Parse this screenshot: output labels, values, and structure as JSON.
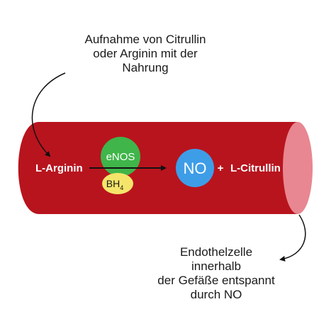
{
  "intake_caption": {
    "lines": [
      "Aufnahme von Citrullin",
      "oder Arginin mit der",
      "Nahrung"
    ]
  },
  "endothel_caption": {
    "lines": [
      "Endothelzelle",
      "innerhalb",
      "der Gefäße entspannt",
      "durch NO"
    ]
  },
  "vessel": {
    "substrate_label": "L-Arginin",
    "enzyme_label": "eNOS",
    "cofactor_label": "BH",
    "cofactor_subscript": "4",
    "product_label": "NO",
    "plus_sign": "+",
    "byproduct_label": "L-Citrullin"
  },
  "colors": {
    "vessel_body": "#b8141e",
    "vessel_end": "#e88791",
    "enzyme": "#3fb54a",
    "cofactor": "#f4e56a",
    "product": "#3e9de7",
    "text_on_vessel": "#ffffff",
    "arrow": "#111111"
  }
}
